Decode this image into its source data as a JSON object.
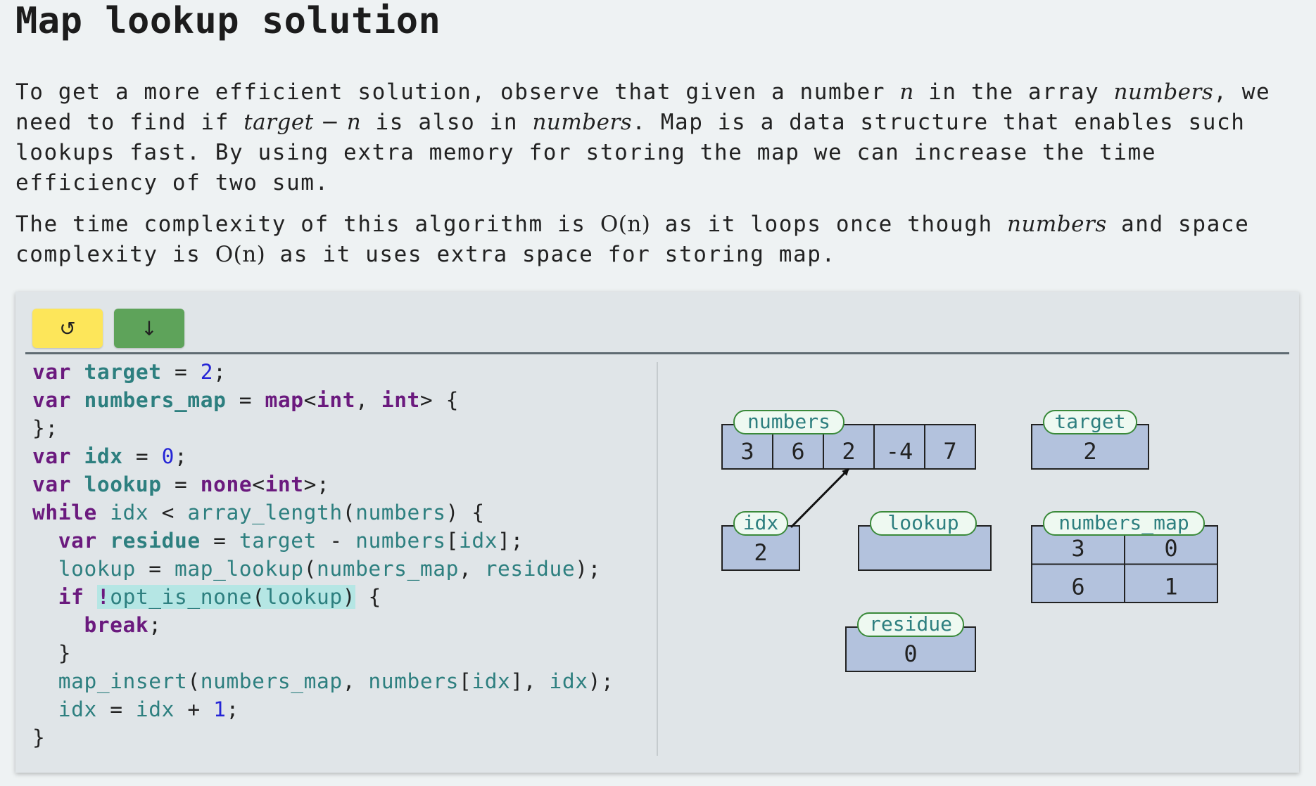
{
  "title": "Map lookup solution",
  "intro": {
    "t1": "To get a more efficient solution, observe that given a number ",
    "m_n": "n",
    "t2": " in the array ",
    "m_numbers": "numbers",
    "t3": ", we need to find if ",
    "m_target_minus_n": "target − n",
    "t4": " is also in ",
    "m_numbers2": "numbers",
    "t5": ". Map is a data structure that enables such lookups fast. By using extra memory for storing the map we can increase the time efficiency of two sum."
  },
  "complexity": {
    "t1": "The time complexity of this algorithm is ",
    "m_on": "O(n)",
    "t2": " as it loops once though ",
    "m_numbers": "numbers",
    "t3": " and space complexity is ",
    "m_on2": "O(n)",
    "t4": " as it uses extra space for storing map."
  },
  "toolbar": {
    "reset_icon": "↺",
    "step_icon": "↓",
    "colors": {
      "reset": "#fde65a",
      "step": "#5ea35a"
    }
  },
  "code": {
    "kw_var": "var",
    "kw_while": "while",
    "kw_if": "if",
    "kw_break": "break",
    "kw_map": "map",
    "kw_int": "int",
    "kw_none": "none",
    "v_target": "target",
    "v_numbers_map": "numbers_map",
    "v_idx": "idx",
    "v_lookup": "lookup",
    "v_residue": "residue",
    "v_numbers": "numbers",
    "f_array_length": "array_length",
    "f_map_lookup": "map_lookup",
    "f_opt_is_none": "opt_is_none",
    "f_map_insert": "map_insert",
    "n_2": "2",
    "n_0": "0",
    "n_1": "1"
  },
  "memory": {
    "numbers": {
      "label": "numbers",
      "values": [
        "3",
        "6",
        "2",
        "-4",
        "7"
      ],
      "pointer_index": 2
    },
    "target": {
      "label": "target",
      "value": "2"
    },
    "idx": {
      "label": "idx",
      "value": "2"
    },
    "lookup": {
      "label": "lookup",
      "value": ""
    },
    "numbers_map": {
      "label": "numbers_map",
      "rows": [
        [
          "3",
          "0"
        ],
        [
          "6",
          "1"
        ]
      ]
    },
    "residue": {
      "label": "residue",
      "value": "0"
    },
    "colors": {
      "cell": "#b3c2dd",
      "tag_border": "#3a8a3a",
      "tag_text": "#2d7f7f"
    }
  }
}
